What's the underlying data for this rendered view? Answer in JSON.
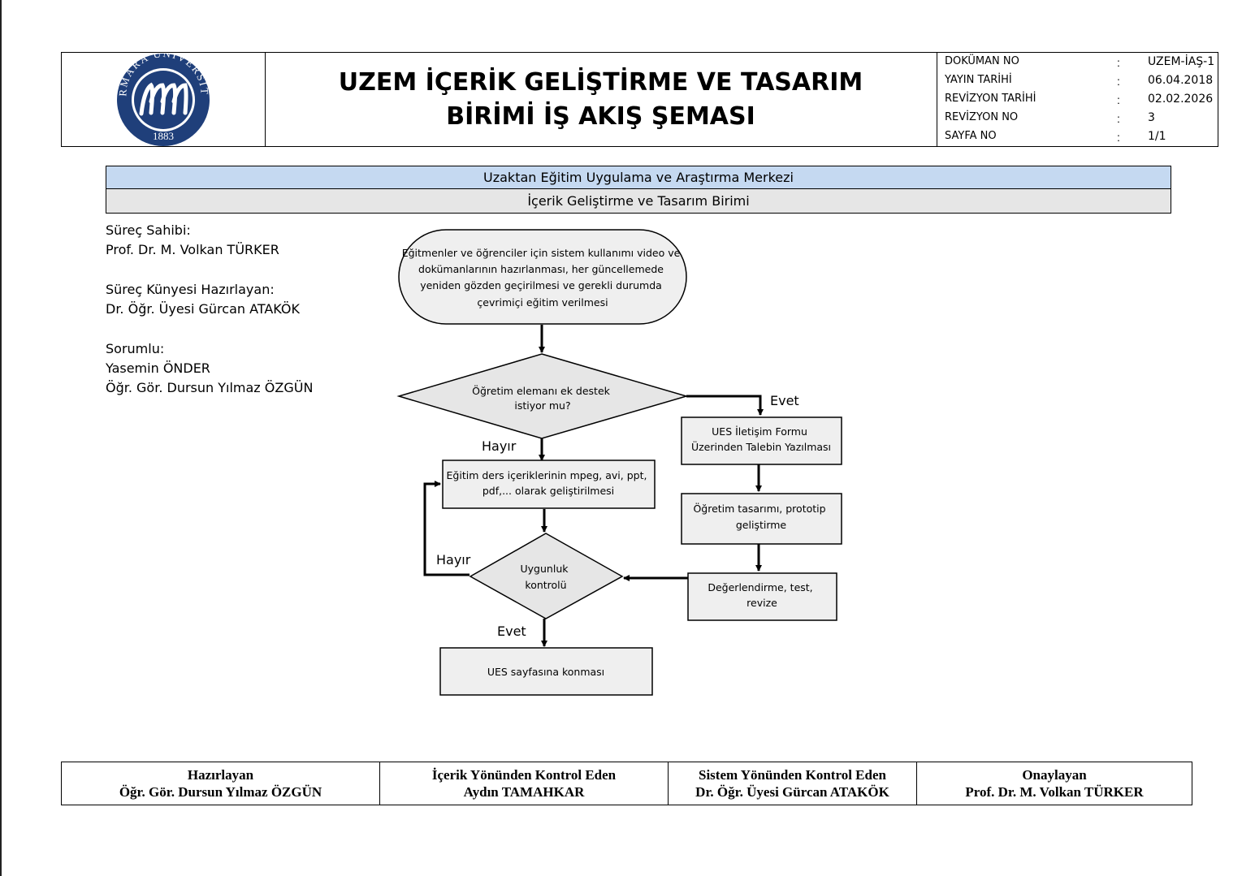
{
  "header": {
    "logo": {
      "ring_text": "MARMARA ÜNİVERSİTESİ",
      "year": "1883",
      "colors": {
        "ring": "#1f3f7a",
        "background": "#ffffff"
      }
    },
    "title_line1": "UZEM İÇERİK GELİŞTİRME VE TASARIM",
    "title_line2": "BİRİMİ İŞ AKIŞ ŞEMASI",
    "meta": [
      {
        "key": "DOKÜMAN NO",
        "sep": ":",
        "value": "UZEM-İAŞ-1"
      },
      {
        "key": "YAYIN TARİHİ",
        "sep": ":",
        "value": "06.04.2018"
      },
      {
        "key": "REVİZYON TARİHİ",
        "sep": ":",
        "value": "02.02.2026"
      },
      {
        "key": "REVİZYON NO",
        "sep": ":",
        "value": "3"
      },
      {
        "key": "SAYFA NO",
        "sep": ":",
        "value": "1/1"
      }
    ]
  },
  "banner": {
    "center": "Uzaktan Eğitim Uygulama ve Araştırma Merkezi",
    "unit": "İçerik Geliştirme ve Tasarım Birimi",
    "colors": {
      "center_bg": "#c5d9f1",
      "unit_bg": "#e6e6e6"
    }
  },
  "info": {
    "owner_label": "Süreç Sahibi:",
    "owner_name": "Prof. Dr. M. Volkan TÜRKER",
    "prepared_label": "Süreç Künyesi Hazırlayan:",
    "prepared_name": "Dr. Öğr. Üyesi Gürcan ATAKÖK",
    "responsible_label": "Sorumlu:",
    "responsible_1": "Yasemin ÖNDER",
    "responsible_2": "Öğr. Gör. Dursun Yılmaz ÖZGÜN"
  },
  "flow": {
    "colors": {
      "shape_fill": "#efefef",
      "stroke": "#000000"
    },
    "start": [
      "Eğitmenler ve öğrenciler için sistem kullanımı video ve",
      "dokümanlarının hazırlanması, her güncellemede",
      "yeniden gözden geçirilmesi ve gerekli durumda",
      "çevrimiçi eğitim verilmesi"
    ],
    "decision1": [
      "Öğretim elemanı ek destek",
      "istiyor mu?"
    ],
    "develop": [
      "Eğitim ders içeriklerinin mpeg, avi, ppt,",
      "pdf,... olarak geliştirilmesi"
    ],
    "form": [
      "UES İletişim Formu",
      "Üzerinden Talebin Yazılması"
    ],
    "design": [
      "Öğretim tasarımı, prototip",
      "geliştirme"
    ],
    "evaluate": [
      "Değerlendirme, test,",
      "revize"
    ],
    "decision2": [
      "Uygunluk",
      "kontrolü"
    ],
    "publish": "UES sayfasına konması",
    "labels": {
      "yes1": "Evet",
      "no1": "Hayır",
      "no2": "Hayır",
      "yes2": "Evet"
    }
  },
  "footer": [
    {
      "role": "Hazırlayan",
      "name": "Öğr. Gör. Dursun Yılmaz ÖZGÜN"
    },
    {
      "role": "İçerik Yönünden Kontrol Eden",
      "name": "Aydın TAMAHKAR"
    },
    {
      "role": "Sistem Yönünden Kontrol Eden",
      "name": "Dr. Öğr. Üyesi Gürcan ATAKÖK"
    },
    {
      "role": "Onaylayan",
      "name": "Prof. Dr. M. Volkan TÜRKER"
    }
  ]
}
